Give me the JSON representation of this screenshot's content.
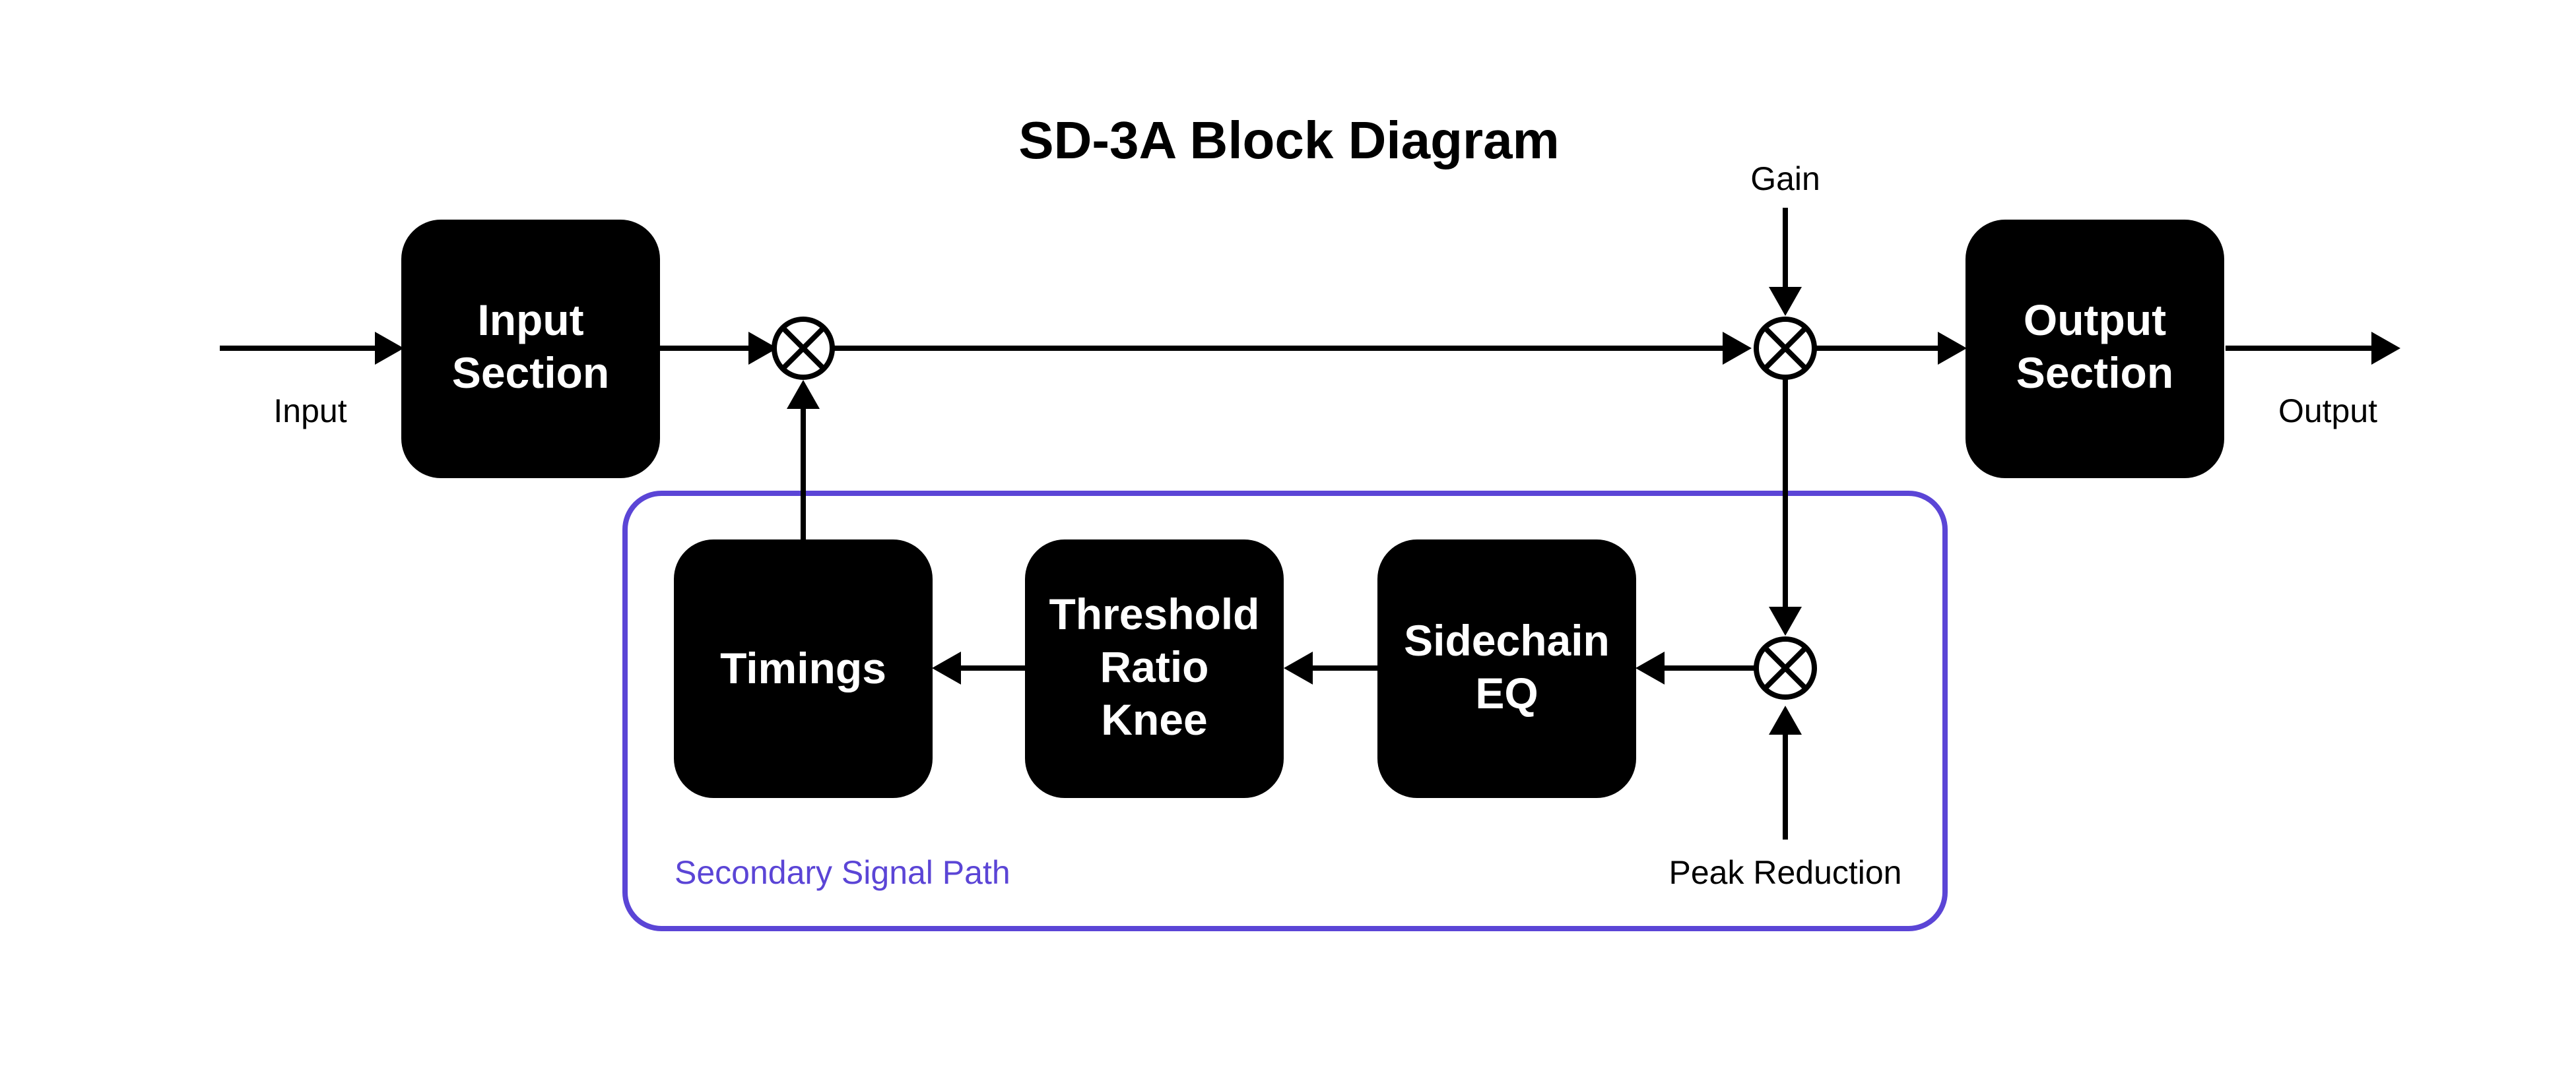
{
  "title": "SD-3A Block Diagram",
  "colors": {
    "block": "#000000",
    "block_text": "#ffffff",
    "line": "#000000",
    "group": "#5b45d6"
  },
  "blocks": {
    "input_section": [
      "Input",
      "Section"
    ],
    "output_section": [
      "Output",
      "Section"
    ],
    "timings": [
      "Timings"
    ],
    "threshold": [
      "Threshold",
      "Ratio",
      "Knee"
    ],
    "sidechain": [
      "Sidechain",
      "EQ"
    ]
  },
  "labels": {
    "input": "Input",
    "output": "Output",
    "gain": "Gain",
    "peak_reduction": "Peak Reduction"
  },
  "group": {
    "label": "Secondary Signal Path"
  },
  "mixer_icon": "multiply-circle"
}
